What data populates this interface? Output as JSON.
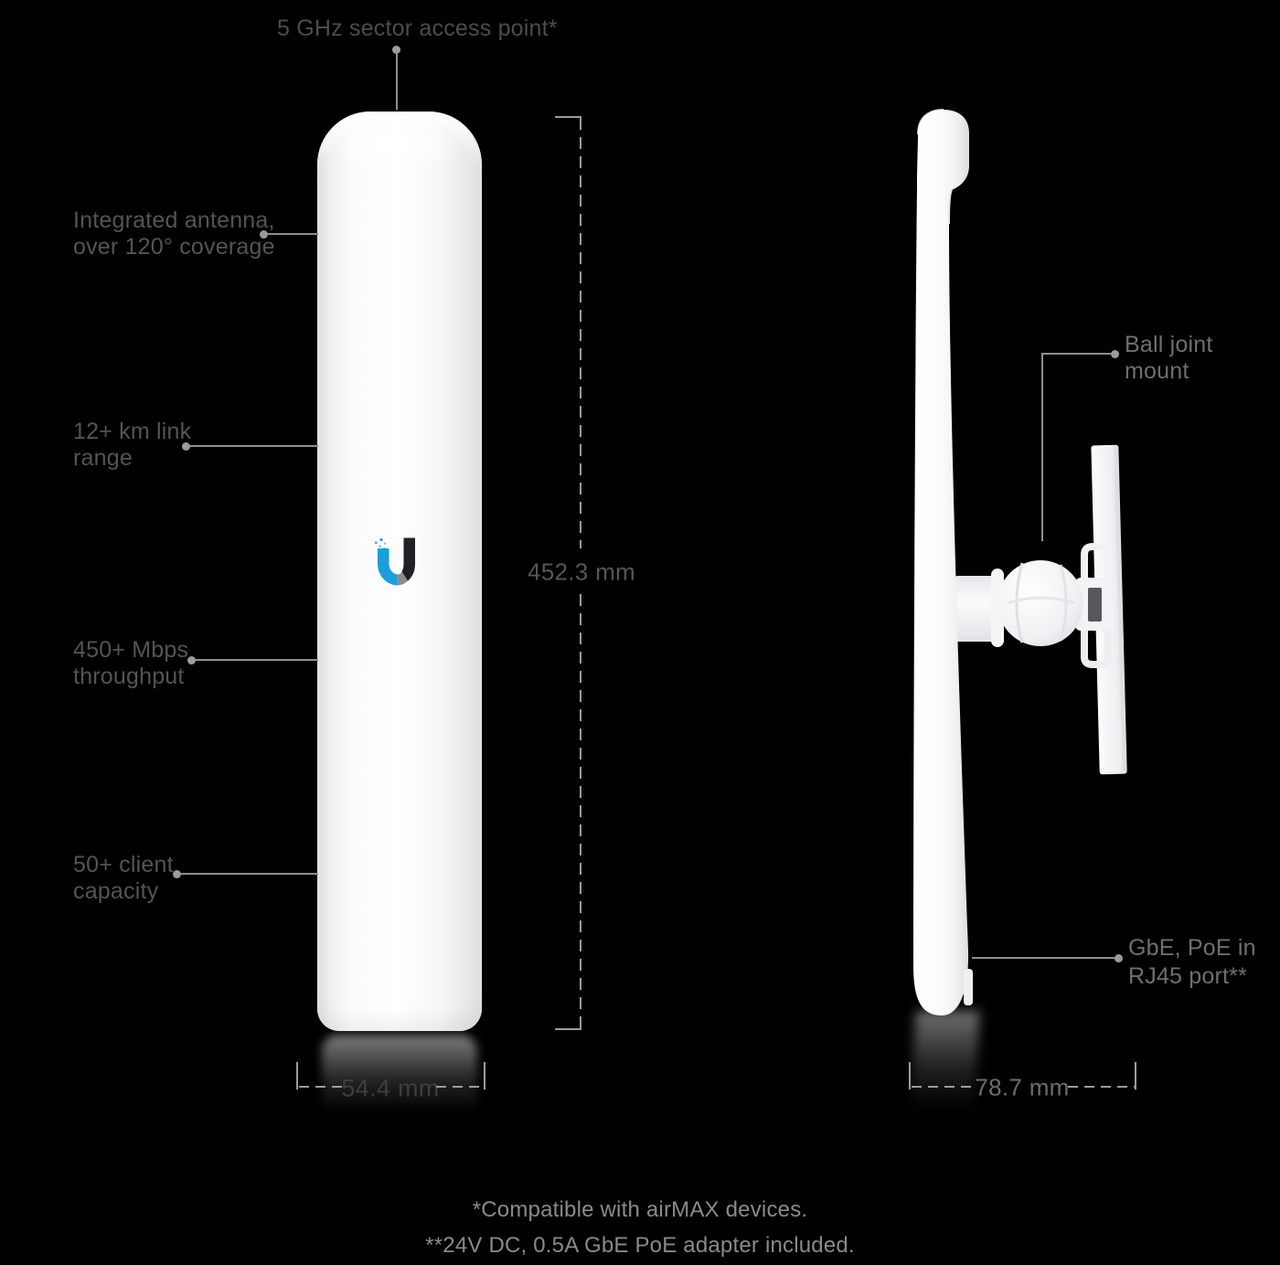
{
  "callouts": {
    "top": {
      "label": "5 GHz sector access point*"
    },
    "left": [
      {
        "label": "Integrated antenna,\nover 120° coverage"
      },
      {
        "label": "12+ km link\nrange"
      },
      {
        "label": "450+ Mbps\nthroughput"
      },
      {
        "label": "50+ client\ncapacity"
      }
    ],
    "right": [
      {
        "label": "Ball joint\nmount"
      },
      {
        "label": "GbE, PoE in\nRJ45 port**"
      }
    ]
  },
  "dimensions": {
    "height": "452.3 mm",
    "front_width": "54.4 mm",
    "side_depth": "78.7 mm"
  },
  "footnotes": [
    "*Compatible with airMAX devices.",
    "**24V DC, 0.5A GbE PoE adapter included."
  ],
  "icons": {
    "logo": "ubiquiti-u-logo"
  },
  "colors": {
    "background": "#000000",
    "label_gray": "#545454",
    "right_label_gray": "#6f6f6f",
    "dimension_gray": "#6e6e6e",
    "dimension_dark": "#3e3e3e",
    "footnote_gray": "#8a8a8a",
    "line_gray": "#8f8f8f",
    "device_white": "#ffffff",
    "logo_blue": "#1b9fd9",
    "logo_dark": "#221f26",
    "logo_gray": "#8b8b8d"
  }
}
